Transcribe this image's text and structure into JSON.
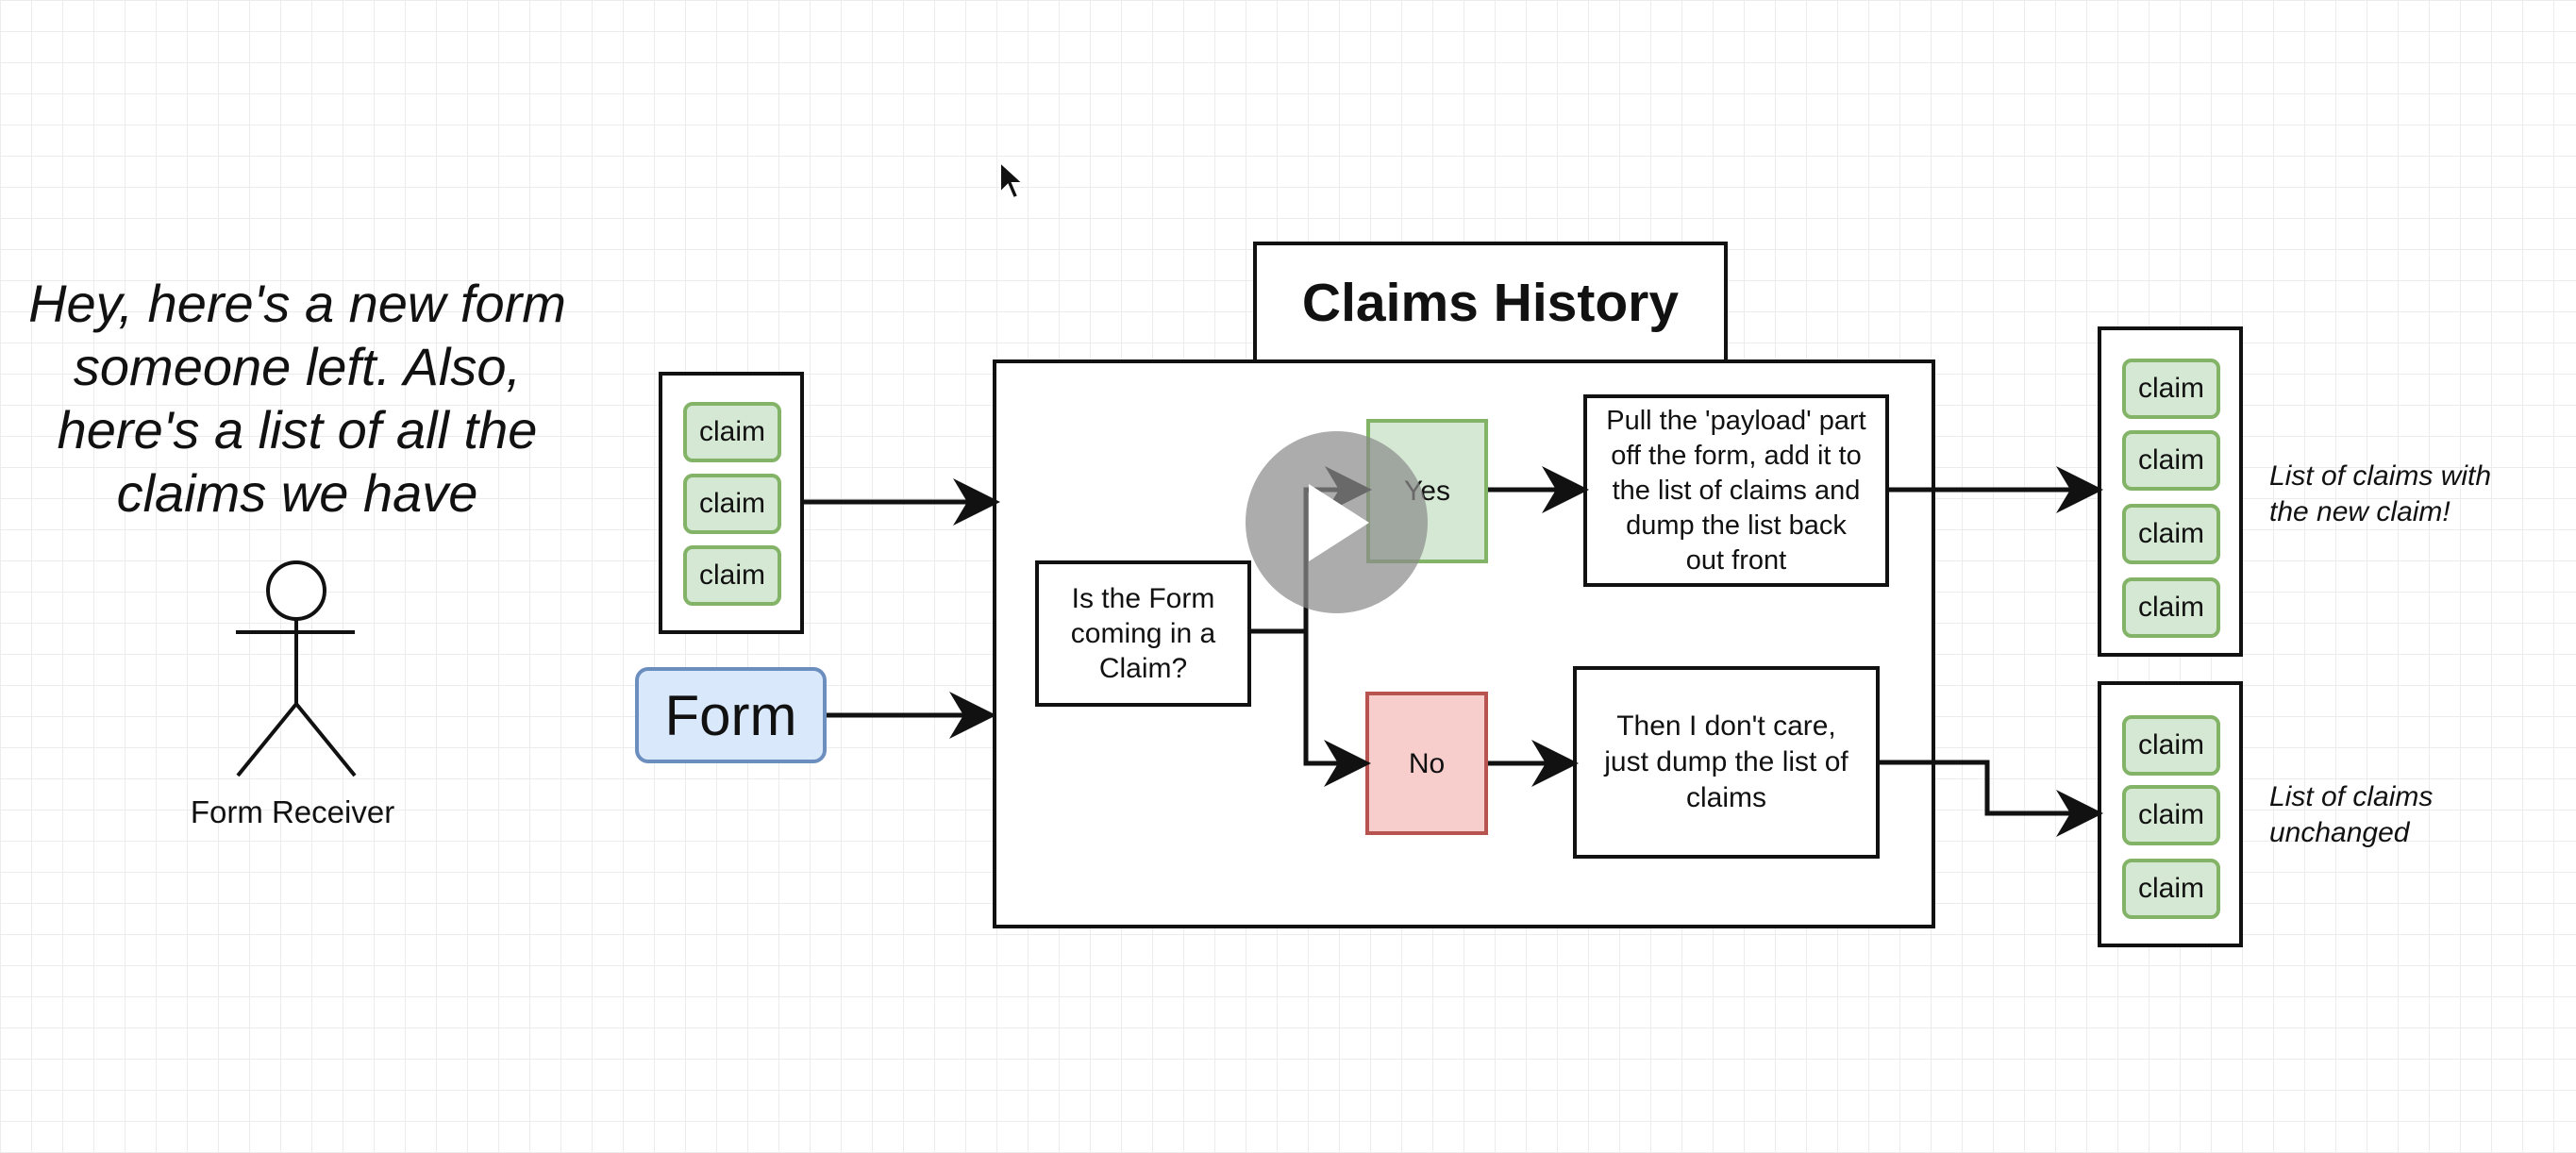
{
  "speech_text": [
    "Hey, here's a new form",
    "someone left.  Also,",
    "here's a list of all the",
    "claims we have"
  ],
  "actor_label": "Form Receiver",
  "form_label": "Form",
  "claim_label": "claim",
  "claims_history_title": "Claims History",
  "decision_text": [
    "Is the Form",
    "coming in a",
    "Claim?"
  ],
  "yes_label": "Yes",
  "no_label": "No",
  "yes_action_text": [
    "Pull the 'payload' part",
    "off the form, add it to",
    "the list of claims and",
    "dump the list back",
    "out front"
  ],
  "no_action_text": [
    "Then I don't care,",
    "just dump the list of",
    "claims"
  ],
  "note_with_new": [
    "List of claims with",
    "the new claim!"
  ],
  "note_unchanged": [
    "List of claims",
    "unchanged"
  ],
  "input_claims_count": 3,
  "output_new_claims_count": 4,
  "output_unchanged_claims_count": 3,
  "colors": {
    "claim_fill": "#d5e8d4",
    "claim_stroke": "#82b366",
    "form_fill": "#dae8fc",
    "form_stroke": "#6c8ebf",
    "yes_fill": "#d5e8d4",
    "yes_stroke": "#82b366",
    "no_fill": "#f8cecc",
    "no_stroke": "#b85450"
  },
  "icons": [
    "mouse-cursor-icon",
    "play-button-icon"
  ]
}
